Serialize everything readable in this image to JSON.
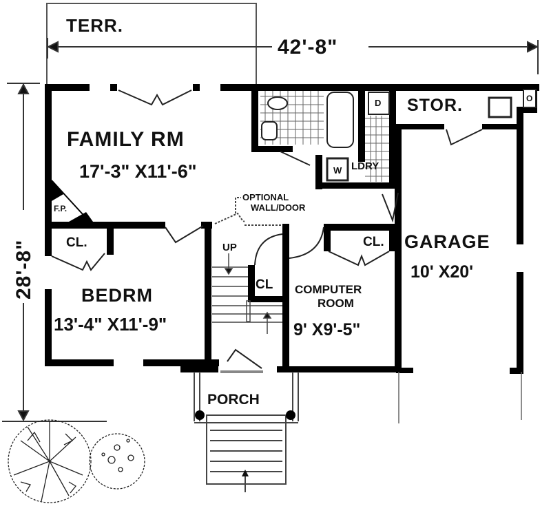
{
  "plan": {
    "overall_width": "42'-8\"",
    "overall_depth": "28'-8\"",
    "colors": {
      "wall": "#000000",
      "line": "#333333",
      "background": "#ffffff"
    }
  },
  "rooms": {
    "terrace": {
      "name": "TERR."
    },
    "family_room": {
      "name": "FAMILY RM",
      "size": "17'-3\" X11'-6\""
    },
    "fireplace": {
      "name": "F.P."
    },
    "bedroom": {
      "name": "BEDRM",
      "size": "13'-4\" X11'-9\""
    },
    "bedroom_closet": {
      "name": "CL."
    },
    "stair_closet": {
      "name": "CL"
    },
    "stair": {
      "label": "UP"
    },
    "computer_room": {
      "name_line1": "COMPUTER",
      "name_line2": "ROOM",
      "size": "9' X9'-5\""
    },
    "computer_closet": {
      "name": "CL."
    },
    "garage": {
      "name": "GARAGE",
      "size": "10' X20'"
    },
    "storage": {
      "name": "STOR."
    },
    "laundry": {
      "name": "LDRY",
      "washer": "W",
      "dryer": "D"
    },
    "porch": {
      "name": "PORCH"
    },
    "water_heater": {
      "name": "O"
    }
  },
  "notes": {
    "optional_line1": "OPTIONAL",
    "optional_line2": "WALL/DOOR"
  }
}
